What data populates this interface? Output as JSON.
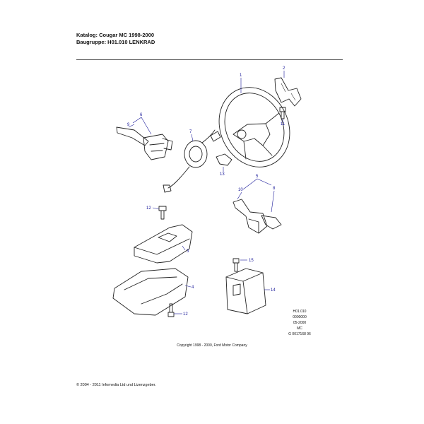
{
  "header": {
    "katalog": "Katalog: Cougar MC 1998-2000",
    "baugruppe": "Baugruppe: H01.010    LENKRAD"
  },
  "callouts": [
    "1",
    "2",
    "3",
    "4",
    "5",
    "6",
    "7",
    "8",
    "9",
    "10",
    "11",
    "12",
    "12",
    "13",
    "14",
    "15"
  ],
  "drawing_info": {
    "line1": "H01.010",
    "line2": "0000000",
    "line3": "05-2000",
    "line4": "MC",
    "line5": "G 0017168 96"
  },
  "copyright": "Copyright 1998 - 2000, Ford Motor Company",
  "footer": "© 2004 - 2011 Infomedia Ltd und Lizenzgeber."
}
